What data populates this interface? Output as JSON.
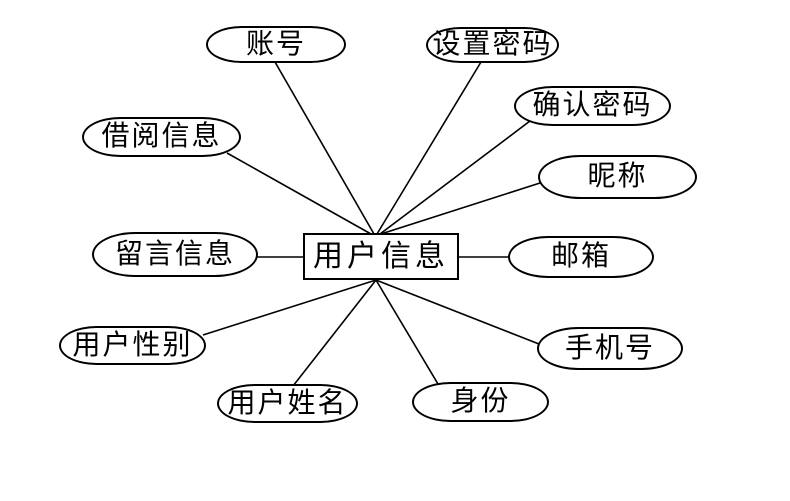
{
  "diagram": {
    "type": "entity-attribute-diagram",
    "background_color": "#ffffff",
    "stroke_color": "#000000",
    "center": {
      "label": "用户信息",
      "shape": "rectangle"
    },
    "attributes": [
      {
        "label": "账号",
        "shape": "ellipse"
      },
      {
        "label": "设置密码",
        "shape": "ellipse"
      },
      {
        "label": "确认密码",
        "shape": "ellipse"
      },
      {
        "label": "昵称",
        "shape": "ellipse"
      },
      {
        "label": "邮箱",
        "shape": "ellipse"
      },
      {
        "label": "手机号",
        "shape": "ellipse"
      },
      {
        "label": "身份",
        "shape": "ellipse"
      },
      {
        "label": "用户姓名",
        "shape": "ellipse"
      },
      {
        "label": "用户性别",
        "shape": "ellipse"
      },
      {
        "label": "留言信息",
        "shape": "ellipse"
      },
      {
        "label": "借阅信息",
        "shape": "ellipse"
      }
    ]
  }
}
